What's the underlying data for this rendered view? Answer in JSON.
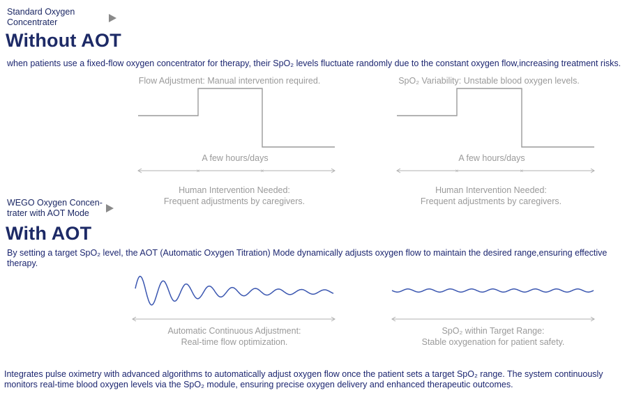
{
  "section1": {
    "device_label_line1": "Standard  Oxygen",
    "device_label_line2": "Concentrater",
    "heading": "Without AOT",
    "description": "when patients use a fixed-flow oxygen concentrator for therapy, their SpO₂ levels  fluctuate randomly due to the constant oxygen flow,increasing treatment risks.",
    "diagram_left": {
      "title": "Flow Adjustment: Manual intervention required.",
      "timeline_label": "A few hours/days",
      "caption_line1": "Human Intervention Needed:",
      "caption_line2": "Frequent adjustments by caregivers."
    },
    "diagram_right": {
      "title": "SpO₂ Variability: Unstable blood oxygen levels.",
      "timeline_label": "A few hours/days",
      "caption_line1": "Human Intervention Needed:",
      "caption_line2": "Frequent adjustments by caregivers."
    }
  },
  "section2": {
    "device_label_line1": "WEGO Oxygen Concen-",
    "device_label_line2": "trater with AOT Mode",
    "heading": "With AOT",
    "description": "By setting a target SpO₂ level, the AOT (Automatic Oxygen Titration)  Mode dynamically adjusts oxygen flow to maintain the desired range,ensuring effective therapy.",
    "diagram_left": {
      "caption_line1": "Automatic Continuous Adjustment:",
      "caption_line2": "Real-time flow optimization."
    },
    "diagram_right": {
      "caption_line1": "SpO₂ within Target Range:",
      "caption_line2": "Stable oxygenation for patient safety."
    }
  },
  "footer": {
    "text": "Integrates pulse oximetry with advanced algorithms to automatically adjust oxygen flow once the patient sets a target SpO₂ range. The system continuously monitors real-time blood oxygen levels via the SpO₂ module, ensuring precise oxygen delivery and enhanced therapeutic outcomes."
  },
  "colors": {
    "heading": "#1d2a66",
    "text": "#1c2670",
    "gray_line": "#9a9a9a",
    "wave_blue": "#3a56b0",
    "arrow_gray": "#8a8a8a"
  }
}
